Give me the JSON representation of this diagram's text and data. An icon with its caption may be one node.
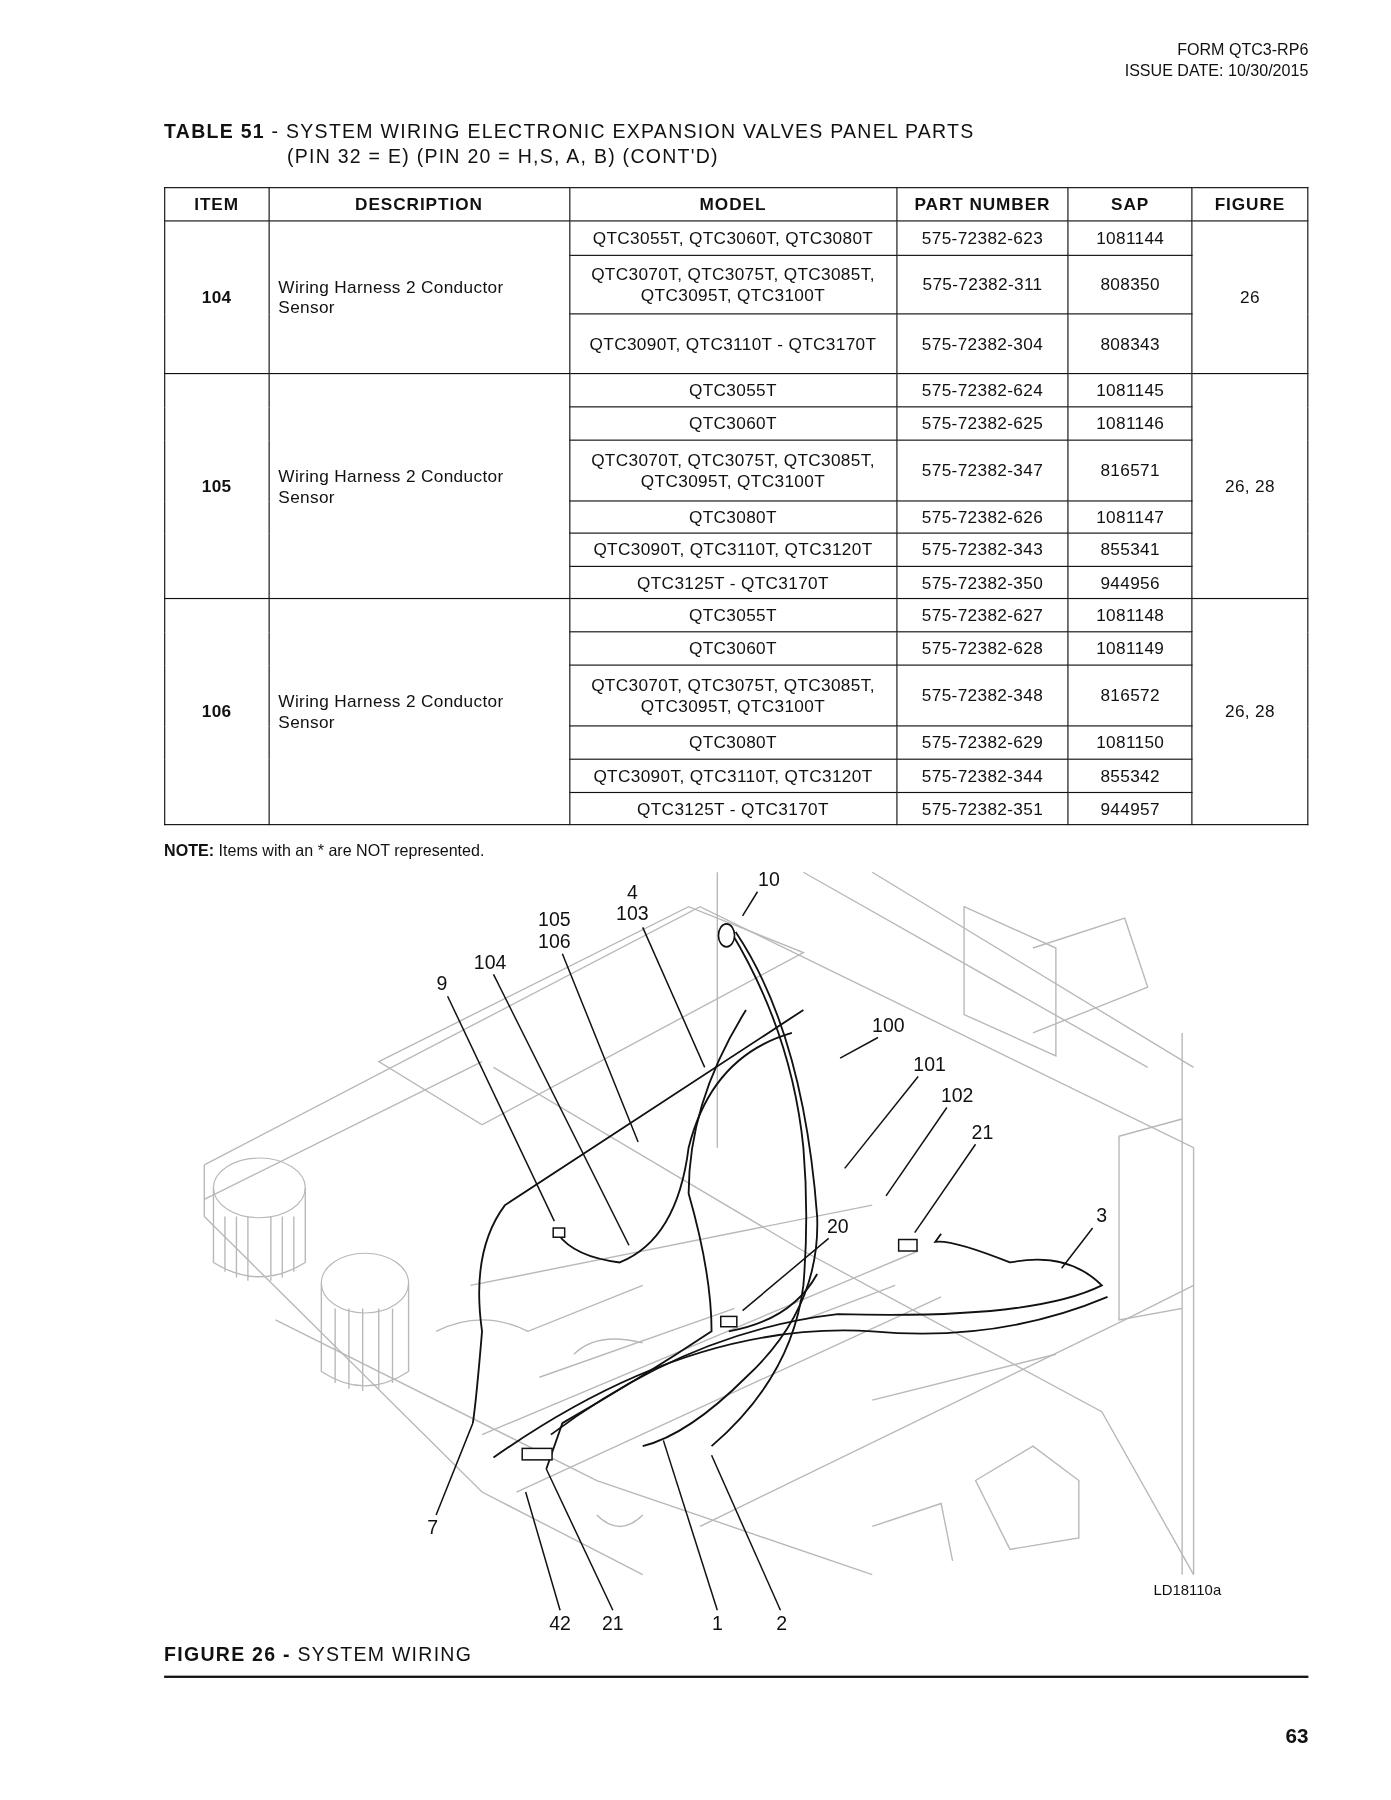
{
  "diagram": {
    "title": "**TABLE 51** - SYSTEM WIRING ELECTRONIC EXPANSION VALVES PANEL PARTS (PIN 32 = E) (PIN 20 = H,S, A, B) (CONT'D)",
    "caption": "**FIGURE 26 -** SYSTEM WIRING",
    "nodes": [
      {
        "text": [
          "10"
        ]
      },
      {
        "text": [
          "4",
          "103"
        ]
      },
      {
        "text": [
          "105",
          "106"
        ]
      },
      {
        "text": [
          "104"
        ]
      },
      {
        "text": [
          "9"
        ]
      },
      {
        "text": [
          "100"
        ]
      },
      {
        "text": [
          "101"
        ]
      },
      {
        "text": [
          "102"
        ]
      },
      {
        "text": [
          "21"
        ]
      },
      {
        "text": [
          "3"
        ]
      },
      {
        "text": [
          "20"
        ]
      },
      {
        "text": [
          "7"
        ]
      },
      {
        "text": [
          "42"
        ]
      },
      {
        "text": [
          "21"
        ]
      },
      {
        "text": [
          "1"
        ]
      },
      {
        "text": [
          "2"
        ]
      }
    ],
    "edges": [
      {
        "from": 0,
        "to": null,
        "arrow": "none"
      },
      {
        "from": 1,
        "to": null,
        "arrow": "none"
      },
      {
        "from": 2,
        "to": null,
        "arrow": "none"
      },
      {
        "from": 3,
        "to": null,
        "arrow": "none"
      },
      {
        "from": 4,
        "to": null,
        "arrow": "none"
      },
      {
        "from": 5,
        "to": null,
        "arrow": "none"
      },
      {
        "from": 6,
        "to": null,
        "arrow": "none"
      },
      {
        "from": 7,
        "to": null,
        "arrow": "none"
      },
      {
        "from": 8,
        "to": null,
        "arrow": "none"
      },
      {
        "from": 9,
        "to": null,
        "arrow": "none"
      },
      {
        "from": 10,
        "to": null,
        "arrow": "none"
      },
      {
        "from": 11,
        "to": null,
        "arrow": "none"
      },
      {
        "from": 12,
        "to": null,
        "arrow": "none"
      },
      {
        "from": 13,
        "to": null,
        "arrow": "none"
      },
      {
        "from": 14,
        "to": null,
        "arrow": "none"
      },
      {
        "from": 15,
        "to": null,
        "arrow": "none"
      }
    ],
    "labels": [
      "FORM QTC3-RP6",
      "ISSUE DATE: 10/30/2015",
      "ITEM",
      "DESCRIPTION",
      "MODEL",
      "PART NUMBER",
      "SAP",
      "FIGURE",
      "104",
      "Wiring Harness 2 Conductor Sensor",
      "QTC3055T, QTC3060T, QTC3080T",
      "575-72382-623",
      "1081144",
      "26",
      "QTC3070T, QTC3075T, QTC3085T, QTC3095T, QTC3100T",
      "575-72382-311",
      "808350",
      "QTC3090T, QTC3110T - QTC3170T",
      "575-72382-304",
      "808343",
      "105",
      "Wiring Harness 2 Conductor Sensor",
      "QTC3055T",
      "575-72382-624",
      "1081145",
      "26, 28",
      "QTC3060T",
      "575-72382-625",
      "1081146",
      "QTC3070T, QTC3075T, QTC3085T, QTC3095T, QTC3100T",
      "575-72382-347",
      "816571",
      "QTC3080T",
      "575-72382-626",
      "1081147",
      "QTC3090T, QTC3110T, QTC3120T",
      "575-72382-343",
      "855341",
      "QTC3125T - QTC3170T",
      "575-72382-350",
      "944956",
      "106",
      "Wiring Harness 2 Conductor Sensor",
      "QTC3055T",
      "575-72382-627",
      "1081148",
      "26, 28",
      "QTC3060T",
      "575-72382-628",
      "1081149",
      "QTC3070T, QTC3075T, QTC3085T, QTC3095T, QTC3100T",
      "575-72382-348",
      "816572",
      "QTC3080T",
      "575-72382-629",
      "1081150",
      "QTC3090T, QTC3110T, QTC3120T",
      "575-72382-344",
      "855342",
      "QTC3125T - QTC3170T",
      "575-72382-351",
      "944957",
      "**NOTE:** Items with an * are NOT represented.",
      "LD18110a",
      "63"
    ]
  }
}
